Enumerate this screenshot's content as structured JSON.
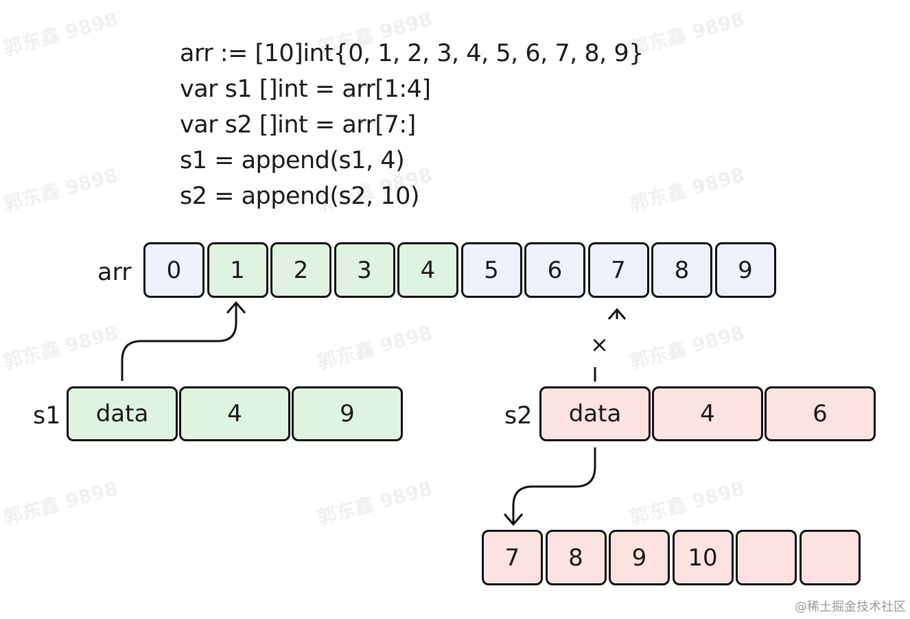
{
  "code_lines": [
    "arr := [10]int{0, 1, 2, 3, 4, 5, 6, 7, 8, 9}",
    "var s1 []int = arr[1:4]",
    "var s2 []int = arr[7:]",
    "s1 = append(s1, 4)",
    "s2 = append(s2, 10)"
  ],
  "arr": {
    "label": "arr",
    "cells": [
      {
        "value": "0",
        "color": "blue"
      },
      {
        "value": "1",
        "color": "green"
      },
      {
        "value": "2",
        "color": "green"
      },
      {
        "value": "3",
        "color": "green"
      },
      {
        "value": "4",
        "color": "green"
      },
      {
        "value": "5",
        "color": "blue"
      },
      {
        "value": "6",
        "color": "blue"
      },
      {
        "value": "7",
        "color": "blue"
      },
      {
        "value": "8",
        "color": "blue"
      },
      {
        "value": "9",
        "color": "blue"
      }
    ]
  },
  "s1": {
    "label": "s1",
    "cells": [
      "data",
      "4",
      "9"
    ]
  },
  "s2": {
    "label": "s2",
    "cells": [
      "data",
      "4",
      "6"
    ],
    "broken_link_mark": "×"
  },
  "new_array": {
    "cells": [
      "7",
      "8",
      "9",
      "10",
      "",
      ""
    ]
  },
  "colors": {
    "blue": "#eef2fb",
    "green": "#dff3e1",
    "pink": "#fde2e2",
    "border": "#111111"
  },
  "watermark": "郭东鑫 9898",
  "credit": "@稀土掘金技术社区"
}
